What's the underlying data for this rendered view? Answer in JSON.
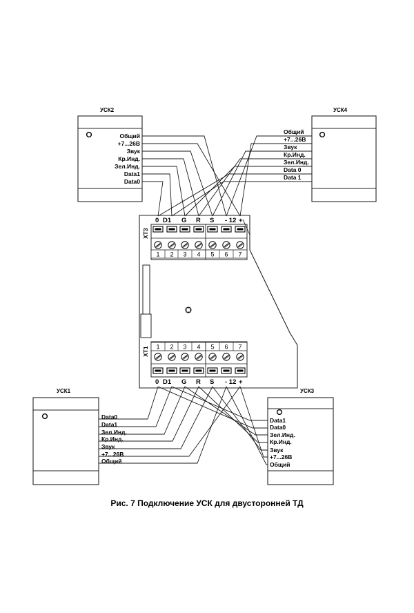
{
  "units": {
    "usk2": {
      "title": "УСК2",
      "rows": [
        "Общий",
        "+7...26В",
        "Звук",
        "Кр.Инд.",
        "Зел.Инд.",
        "Data1",
        "Data0"
      ]
    },
    "usk4": {
      "title": "УСК4",
      "rows": [
        "Общий",
        "+7...26В",
        "Звук",
        "Кр.Инд.",
        "Зел.Инд.",
        "Data 0",
        "Data 1"
      ]
    },
    "usk1": {
      "title": "УСК1",
      "rows": [
        "Data0",
        "Data1",
        "Зел.Инд.",
        "Кр.Инд.",
        "Звук",
        "+7...26В",
        "Общий"
      ]
    },
    "usk3": {
      "title": "УСК3",
      "rows": [
        "Data1",
        "Data0",
        "Зел.Инд.",
        "Кр.Инд.",
        "Звук",
        "+7...26В",
        "Общий"
      ]
    }
  },
  "controller": {
    "xt3": "XT3",
    "xt1": "XT1",
    "terminal_labels_top": [
      "0",
      "D1",
      "G",
      "R",
      "S",
      "- 12",
      "+"
    ],
    "terminal_labels_bottom": [
      "0",
      "D1",
      "G",
      "R",
      "S",
      "- 12",
      "+"
    ],
    "terminal_numbers": [
      "1",
      "2",
      "3",
      "4",
      "5",
      "6",
      "7"
    ]
  },
  "caption": "Рис. 7 Подключение УСК для двусторонней ТД"
}
